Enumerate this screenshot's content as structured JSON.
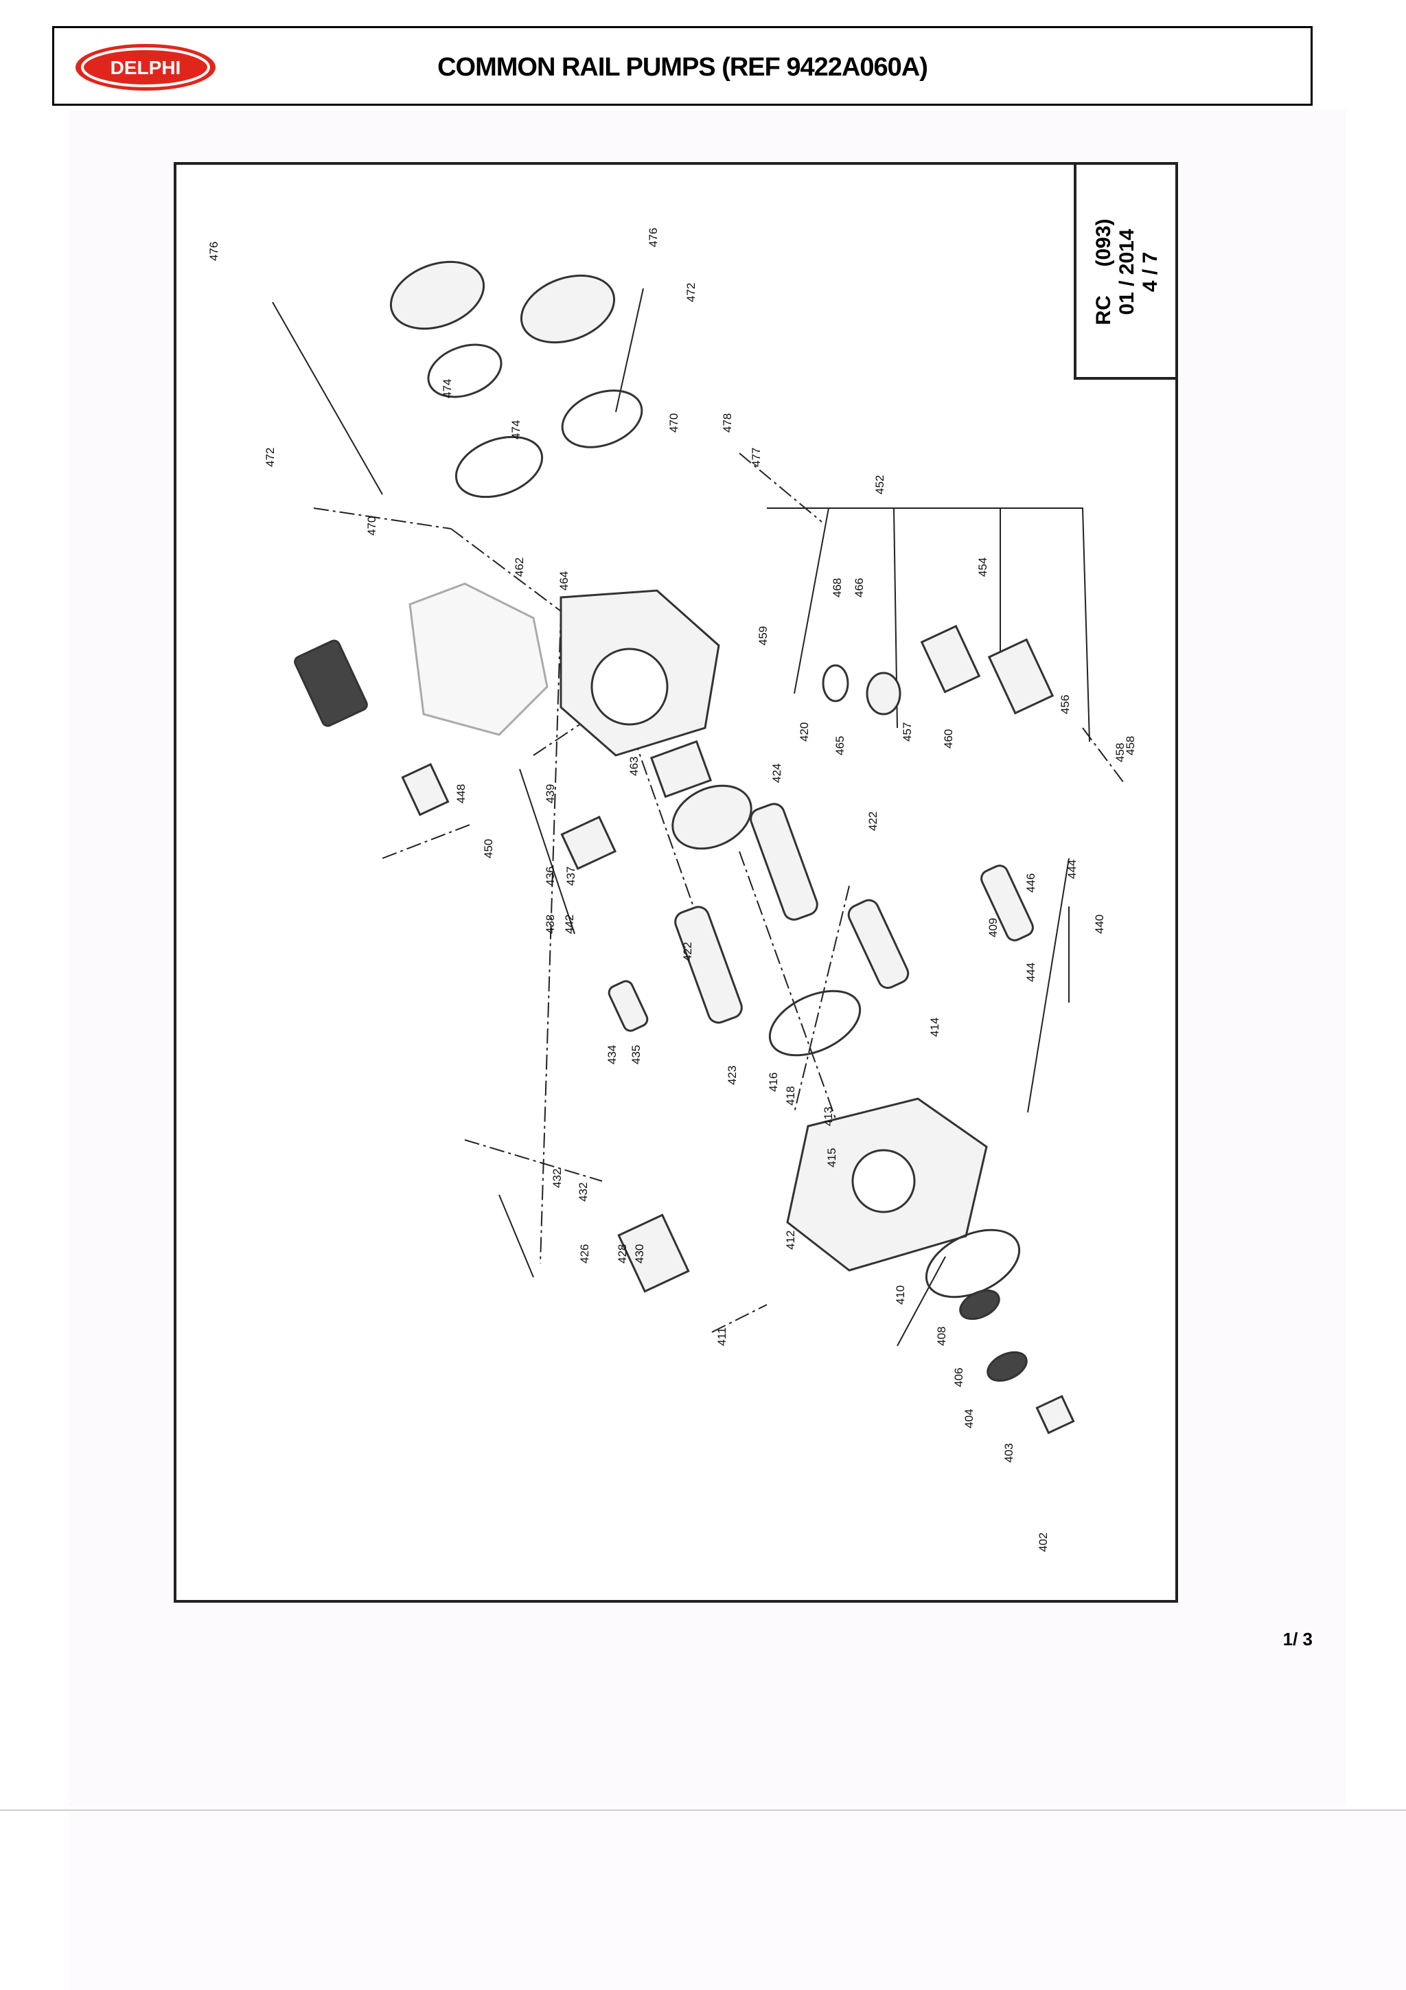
{
  "header": {
    "logo_text": "DELPHI",
    "title": "COMMON RAIL PUMPS (REF 9422A060A)"
  },
  "info_block": {
    "line1": "RC     (093)",
    "line2": "01 / 2014",
    "line3": "4 / 7"
  },
  "page_number": "1/ 3",
  "colors": {
    "logo_red": "#e0261c",
    "frame": "#222222"
  },
  "part_labels": [
    "402",
    "403",
    "404",
    "406",
    "408",
    "409",
    "410",
    "411",
    "412",
    "413",
    "414",
    "415",
    "416",
    "418",
    "420",
    "422",
    "422",
    "423",
    "424",
    "426",
    "428",
    "430",
    "432",
    "432",
    "434",
    "435",
    "436",
    "437",
    "438",
    "439",
    "440",
    "442",
    "444",
    "444",
    "446",
    "448",
    "450",
    "452",
    "454",
    "456",
    "457",
    "458",
    "459",
    "460",
    "462",
    "463",
    "464",
    "465",
    "466",
    "468",
    "470",
    "470",
    "472",
    "472",
    "474",
    "474",
    "476",
    "476",
    "477",
    "478"
  ]
}
